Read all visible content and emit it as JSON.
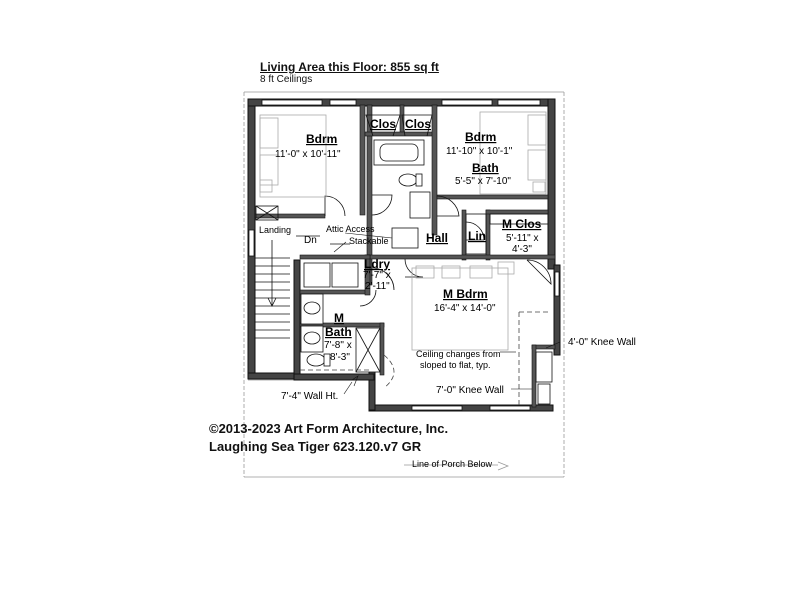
{
  "header": {
    "living_area": "Living Area this Floor: 855 sq ft",
    "ceilings": "8 ft Ceilings"
  },
  "rooms": {
    "bdrm_left": {
      "name": "Bdrm",
      "dims": "11'-0\" x 10'-11\""
    },
    "clos_1": {
      "name": "Clos"
    },
    "clos_2": {
      "name": "Clos"
    },
    "bdrm_right": {
      "name": "Bdrm",
      "dims": "11'-10\" x 10'-1\""
    },
    "bath": {
      "name": "Bath",
      "dims": "5'-5\" x 7'-10\""
    },
    "m_clos": {
      "name": "M Clos",
      "dims_1": "5'-11\" x",
      "dims_2": "4'-3\""
    },
    "hall": {
      "name": "Hall"
    },
    "lin": {
      "name": "Lin"
    },
    "ldry": {
      "name": "Ldry",
      "dims_1": "7'-7\" x",
      "dims_2": "2'-11\""
    },
    "m_bdrm": {
      "name": "M Bdrm",
      "dims": "16'-4\" x 14'-0\""
    },
    "m_bath": {
      "name_1": "M",
      "name_2": "Bath",
      "dims_1": "7'-8\" x",
      "dims_2": "8'-3\""
    }
  },
  "notes": {
    "landing": "Landing",
    "dn": "Dn",
    "attic_access": "Attic Access",
    "stackable": "Stackable",
    "knee_wall_4": "4'-0\" Knee Wall",
    "ceiling_changes_1": "Ceiling changes from",
    "ceiling_changes_2": "sloped to flat, typ.",
    "knee_wall_7": "7'-0\" Knee Wall",
    "wall_ht": "7'-4\" Wall Ht.",
    "porch": "Line of Porch Below"
  },
  "footer": {
    "copyright": "©2013-2023 Art Form Architecture, Inc.",
    "plan_name": "Laughing Sea Tiger 623.120.v7 GR"
  }
}
